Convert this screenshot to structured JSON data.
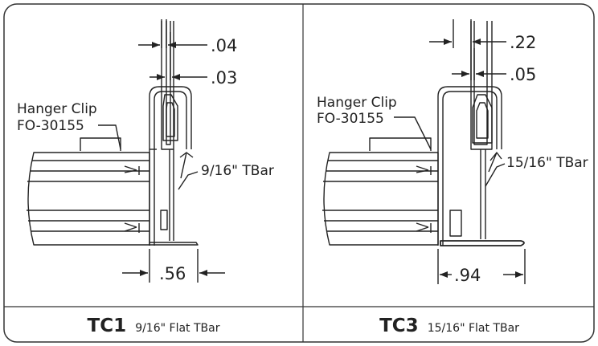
{
  "panels": [
    {
      "id": "tc1",
      "dim_top": ".04",
      "dim_mid": ".03",
      "dim_bottom": ".56",
      "clip_label_1": "Hanger Clip",
      "clip_label_2": "FO-30155",
      "tbar_label": "9/16\" TBar",
      "caption_code": "TC1",
      "caption_desc": "9/16\" Flat TBar"
    },
    {
      "id": "tc3",
      "dim_top": ".22",
      "dim_mid": ".05",
      "dim_bottom": ".94",
      "clip_label_1": "Hanger Clip",
      "clip_label_2": "FO-30155",
      "tbar_label": "15/16\" TBar",
      "caption_code": "TC3",
      "caption_desc": "15/16\" Flat TBar"
    }
  ],
  "colors": {
    "line": "#222222",
    "frame": "#333333",
    "background": "#ffffff"
  }
}
